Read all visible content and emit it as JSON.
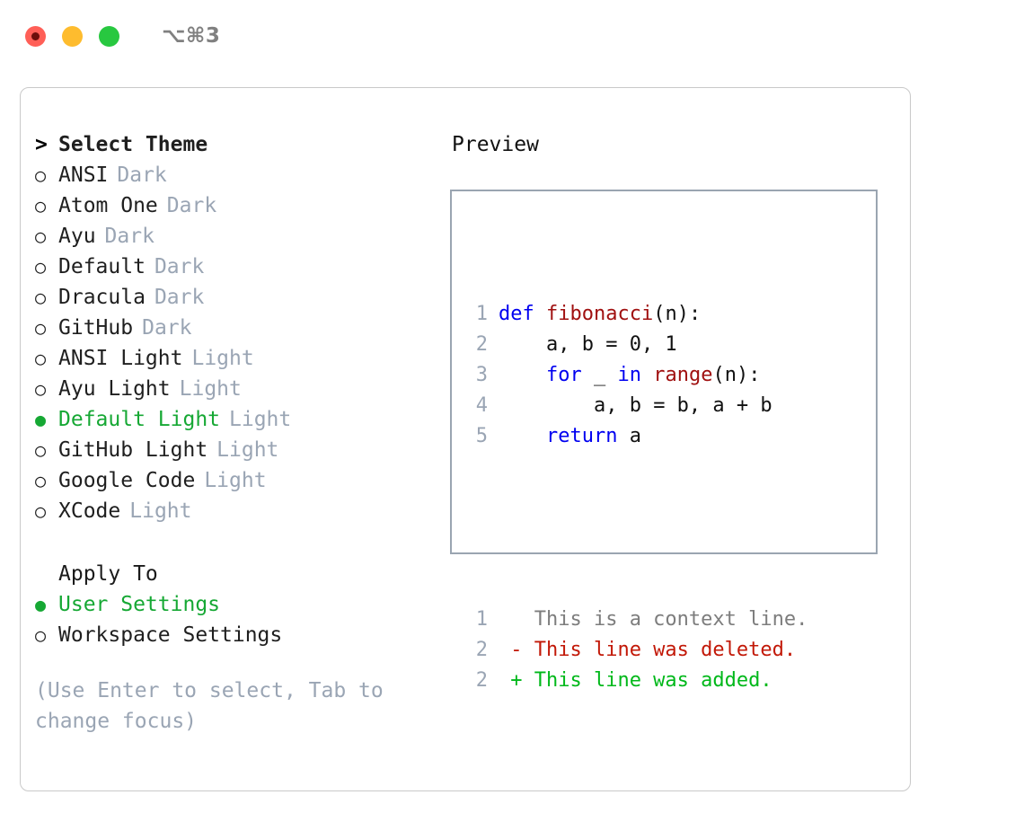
{
  "window": {
    "shortcut": "⌥⌘3",
    "traffic_lights": [
      "close-red",
      "minimize-yellow",
      "maximize-green"
    ]
  },
  "theme_list": {
    "heading_marker": ">",
    "heading": "Select Theme",
    "items": [
      {
        "marker": "○",
        "label": "ANSI",
        "suffix": "Dark",
        "selected": false
      },
      {
        "marker": "○",
        "label": "Atom One",
        "suffix": "Dark",
        "selected": false
      },
      {
        "marker": "○",
        "label": "Ayu",
        "suffix": "Dark",
        "selected": false
      },
      {
        "marker": "○",
        "label": "Default",
        "suffix": "Dark",
        "selected": false
      },
      {
        "marker": "○",
        "label": "Dracula",
        "suffix": "Dark",
        "selected": false
      },
      {
        "marker": "○",
        "label": "GitHub",
        "suffix": "Dark",
        "selected": false
      },
      {
        "marker": "○",
        "label": "ANSI Light",
        "suffix": "Light",
        "selected": false
      },
      {
        "marker": "○",
        "label": "Ayu Light",
        "suffix": "Light",
        "selected": false
      },
      {
        "marker": "●",
        "label": "Default Light",
        "suffix": "Light",
        "selected": true
      },
      {
        "marker": "○",
        "label": "GitHub Light",
        "suffix": "Light",
        "selected": false
      },
      {
        "marker": "○",
        "label": "Google Code",
        "suffix": "Light",
        "selected": false
      },
      {
        "marker": "○",
        "label": "XCode",
        "suffix": "Light",
        "selected": false
      }
    ]
  },
  "apply_to": {
    "heading": "Apply To",
    "options": [
      {
        "marker": "●",
        "label": "User Settings",
        "selected": true
      },
      {
        "marker": "○",
        "label": "Workspace Settings",
        "selected": false
      }
    ]
  },
  "hint": "(Use Enter to select, Tab to change focus)",
  "preview": {
    "title": "Preview",
    "code_lines": [
      {
        "number": "1",
        "indent": "",
        "tokens": [
          {
            "t": "def ",
            "c": "kw"
          },
          {
            "t": "fibonacci",
            "c": "fn"
          },
          {
            "t": "(n):",
            "c": "pl"
          }
        ]
      },
      {
        "number": "2",
        "indent": "    ",
        "tokens": [
          {
            "t": "a, b = 0, 1",
            "c": "pl"
          }
        ]
      },
      {
        "number": "3",
        "indent": "    ",
        "tokens": [
          {
            "t": "for ",
            "c": "kw"
          },
          {
            "t": "_ ",
            "c": "pl"
          },
          {
            "t": "in ",
            "c": "kw"
          },
          {
            "t": "range",
            "c": "fn"
          },
          {
            "t": "(n):",
            "c": "pl"
          }
        ]
      },
      {
        "number": "4",
        "indent": "        ",
        "tokens": [
          {
            "t": "a, b = b, a + b",
            "c": "pl"
          }
        ]
      },
      {
        "number": "5",
        "indent": "    ",
        "tokens": [
          {
            "t": "return ",
            "c": "kw"
          },
          {
            "t": "a",
            "c": "pl"
          }
        ]
      }
    ],
    "diff_lines": [
      {
        "number": "1",
        "sign": " ",
        "text": "This is a context line.",
        "kind": "context"
      },
      {
        "number": "2",
        "sign": "-",
        "text": "This line was deleted.",
        "kind": "deleted"
      },
      {
        "number": "2",
        "sign": "+",
        "text": "This line was added.",
        "kind": "added"
      }
    ]
  },
  "colors": {
    "selected_green": "#16a834",
    "muted_grey": "#9aa5b4",
    "keyword_blue": "#0000f0",
    "function_red": "#a01010",
    "diff_deleted": "#c21807",
    "diff_added": "#00b81a",
    "panel_border": "#c9c9c9",
    "preview_border": "#9aa5b1"
  }
}
